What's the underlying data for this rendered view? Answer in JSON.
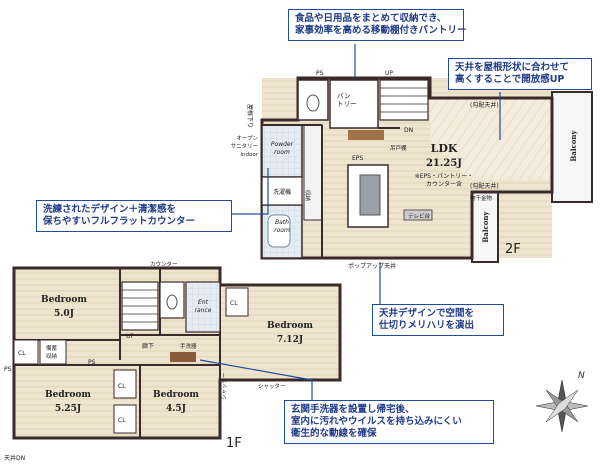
{
  "callouts": {
    "pantry": [
      "食品や日用品をまとめて収納でき、",
      "家事効率を高める移動棚付きパントリー"
    ],
    "ceiling": [
      "天井を屋根形状に合わせて",
      "高くすることで開放感UP"
    ],
    "counter": [
      "洗練されたデザイン＋清潔感を",
      "保ちやすいフルフラットカウンター"
    ],
    "ceiling_design": [
      "天井デザインで空間を",
      "仕切りメリハリを演出"
    ],
    "entrance_sink": [
      "玄関手洗器を設置し帰宅後、",
      "室内に汚れやウイルスを持ち込みにくい",
      "衛生的な動線を確保"
    ]
  },
  "floors": {
    "second": "2F",
    "first": "1F"
  },
  "second_floor": {
    "ldk_name": "LDK",
    "ldk_size": "21.25J",
    "ldk_note1": "※EPS・パントリー・",
    "ldk_note2": "カウンター含",
    "pantry": "パン",
    "pantry2": "トリー",
    "rafters": "(勾配天井)",
    "rafters2": "(勾配天井)",
    "balcony1": "Balcony",
    "balcony2": "Balcony",
    "powder": "Powder",
    "powder2": "room",
    "bath": "Bath",
    "bath2": "room",
    "laundry": "洗濯機",
    "eps": "EPS",
    "dn": "DN",
    "up": "UP",
    "ps": "PS",
    "hanger": "物干金物",
    "storage": "収納",
    "kitchen_cab": "吊戸棚",
    "popup_ceiling": "ポップアップ天井",
    "roof_lower": "屋根下り",
    "sanitary": [
      "オープン",
      "サニタリー",
      "Indoor"
    ],
    "tv": "テレビ台"
  },
  "first_floor": {
    "bedroom1_name": "Bedroom",
    "bedroom1_size": "5.0J",
    "bedroom2_name": "Bedroom",
    "bedroom2_size": "7.12J",
    "bedroom3_name": "Bedroom",
    "bedroom3_size": "5.25J",
    "bedroom4_name": "Bedroom",
    "bedroom4_size": "4.5J",
    "entrance": "Ent",
    "entrance2": "rance",
    "counter": "カウンター",
    "hall": "廊下",
    "cl": "CL",
    "wic": "備蓄",
    "wic2": "収納",
    "ps": "PS",
    "up": "UP",
    "sink": "手洗器",
    "shutter1": "シャッター",
    "shutter2": "シャッター",
    "attic": "天井DN"
  },
  "compass": "N",
  "colors": {
    "accent": "#1f4e9c",
    "wall": "#3a2a2a",
    "floor_wood": "#e9dcc4",
    "tile": "#dfe7ee"
  }
}
